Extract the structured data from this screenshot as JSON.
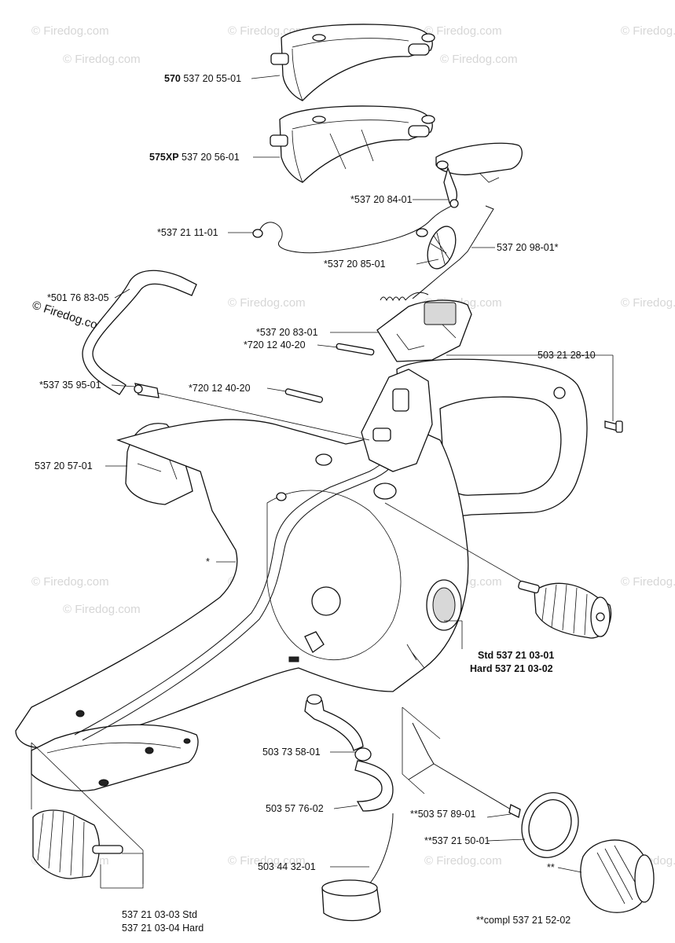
{
  "copyright": "© Firedog.com",
  "watermark_text": "© Firedog.com",
  "labels": {
    "cover_570": {
      "model": "570",
      "part": "537 20 55-01"
    },
    "cover_575xp": {
      "model": "575XP",
      "part": "537 20 56-01"
    },
    "p_537_20_84_01": "*537 20 84-01",
    "p_537_21_11_01": "*537 21 11-01",
    "p_537_20_98_01": "537 20 98-01*",
    "p_537_20_85_01": "*537 20 85-01",
    "p_501_76_83_05": "*501 76 83-05",
    "p_537_20_83_01": "*537 20 83-01",
    "p_720_12_40_20_a": "*720 12 40-20",
    "p_503_21_28_10": "503 21 28-10",
    "p_537_35_95_01": "*537 35 95-01",
    "p_720_12_40_20_b": "*720 12 40-20",
    "p_537_20_57_01": "537 20 57-01",
    "p_star": "*",
    "p_std_hard": {
      "std": "Std 537 21 03-01",
      "hard": "Hard 537 21 03-02"
    },
    "p_503_73_58_01": "503 73 58-01",
    "p_503_57_76_02": "503 57 76-02",
    "p_503_57_89_01": "**503 57 89-01",
    "p_537_21_50_01": "**537 21 50-01",
    "p_503_44_32_01": "503 44 32-01",
    "p_double_star": "**",
    "p_537_21_03_03": "537 21 03-03 Std",
    "p_537_21_03_04": "537 21 03-04 Hard",
    "p_compl": "**compl 537 21 52-02"
  }
}
